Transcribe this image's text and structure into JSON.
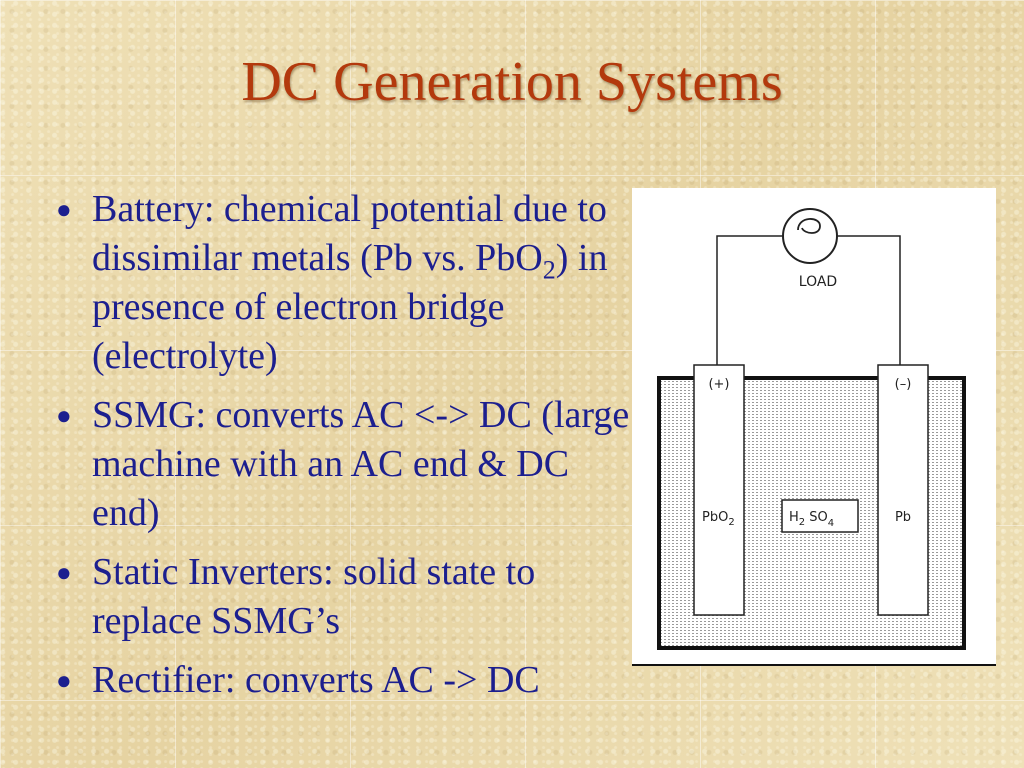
{
  "slide": {
    "title": "DC Generation Systems",
    "bullets": [
      {
        "segments": [
          {
            "text": "Battery: chemical potential due to dissimilar metals (Pb vs. PbO"
          },
          {
            "text": "2",
            "sub": true
          },
          {
            "text": ") in presence of electron bridge (electrolyte)"
          }
        ]
      },
      {
        "segments": [
          {
            "text": "SSMG: converts AC <-> DC (large machine with an AC end & DC end)"
          }
        ]
      },
      {
        "segments": [
          {
            "text": "Static Inverters: solid state to replace SSMG’s"
          }
        ]
      },
      {
        "segments": [
          {
            "text": "Rectifier: converts AC -> DC"
          }
        ]
      }
    ]
  },
  "diagram": {
    "load_label": "LOAD",
    "positive_terminal": "(+)",
    "negative_terminal": "(–)",
    "positive_plate": {
      "main": "PbO",
      "sub": "2"
    },
    "negative_plate": "Pb",
    "electrolyte": {
      "part1": "H",
      "sub1": "2",
      "part2": " SO",
      "sub2": "4"
    }
  },
  "colors": {
    "title": "#b3390d",
    "body_text": "#1c1f8f",
    "background": "#ecdcb0"
  }
}
